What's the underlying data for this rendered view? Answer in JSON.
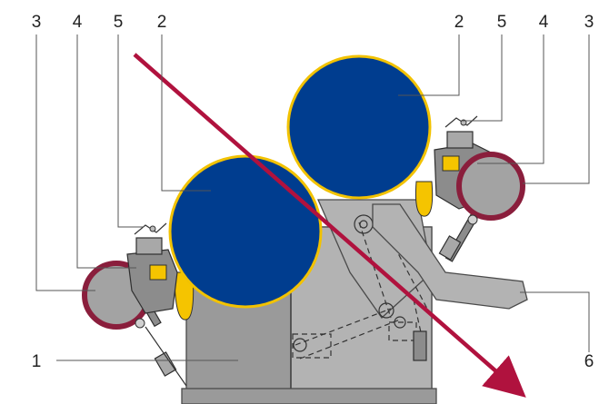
{
  "labels": {
    "top_left": [
      "3",
      "4",
      "5",
      "2"
    ],
    "top_right": [
      "2",
      "5",
      "4",
      "3"
    ],
    "frame": "1",
    "arm": "6"
  },
  "colors": {
    "roll": "#003d8f",
    "roll_edge": "#f2c200",
    "arrow": "#b0123e",
    "machine_gray": "#9a9a9a",
    "drum_body": "#a3a3a3",
    "drum_band": "#8a1e3c",
    "coating_pad": "#f5c400"
  },
  "icons": {
    "web_direction": "arrow-icon"
  }
}
